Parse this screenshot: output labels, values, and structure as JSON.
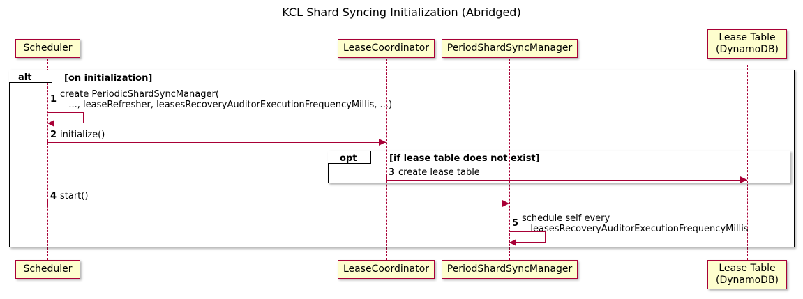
{
  "title": "KCL Shard Syncing Initialization (Abridged)",
  "colors": {
    "participant_fill": "#FEFECE",
    "participant_border": "#A80036",
    "arrow": "#A80036",
    "fragment_border": "#000000",
    "background": "#FFFFFF",
    "text": "#000000"
  },
  "participants": [
    {
      "id": "scheduler",
      "label": "Scheduler"
    },
    {
      "id": "lease-coordinator",
      "label": "LeaseCoordinator"
    },
    {
      "id": "period-shard-sync-manager",
      "label": "PeriodShardSyncManager"
    },
    {
      "id": "lease-table",
      "label": "Lease Table\n(DynamoDB)"
    }
  ],
  "fragments": [
    {
      "id": "alt",
      "type": "alt",
      "guard": "[on initialization]"
    },
    {
      "id": "opt",
      "type": "opt",
      "guard": "[if lease table does not exist]"
    }
  ],
  "messages": [
    {
      "num": "1",
      "text": "create PeriodicShardSyncManager(\n   ..., leaseRefresher, leasesRecoveryAuditorExecutionFrequencyMillis, ...)",
      "from": "scheduler",
      "to": "scheduler",
      "kind": "self"
    },
    {
      "num": "2",
      "text": "initialize()",
      "from": "scheduler",
      "to": "lease-coordinator",
      "kind": "sync"
    },
    {
      "num": "3",
      "text": "create lease table",
      "from": "lease-coordinator",
      "to": "lease-table",
      "kind": "sync"
    },
    {
      "num": "4",
      "text": "start()",
      "from": "scheduler",
      "to": "period-shard-sync-manager",
      "kind": "sync"
    },
    {
      "num": "5",
      "text": "schedule self every\n   leasesRecoveryAuditorExecutionFrequencyMillis",
      "from": "period-shard-sync-manager",
      "to": "period-shard-sync-manager",
      "kind": "self"
    }
  ]
}
